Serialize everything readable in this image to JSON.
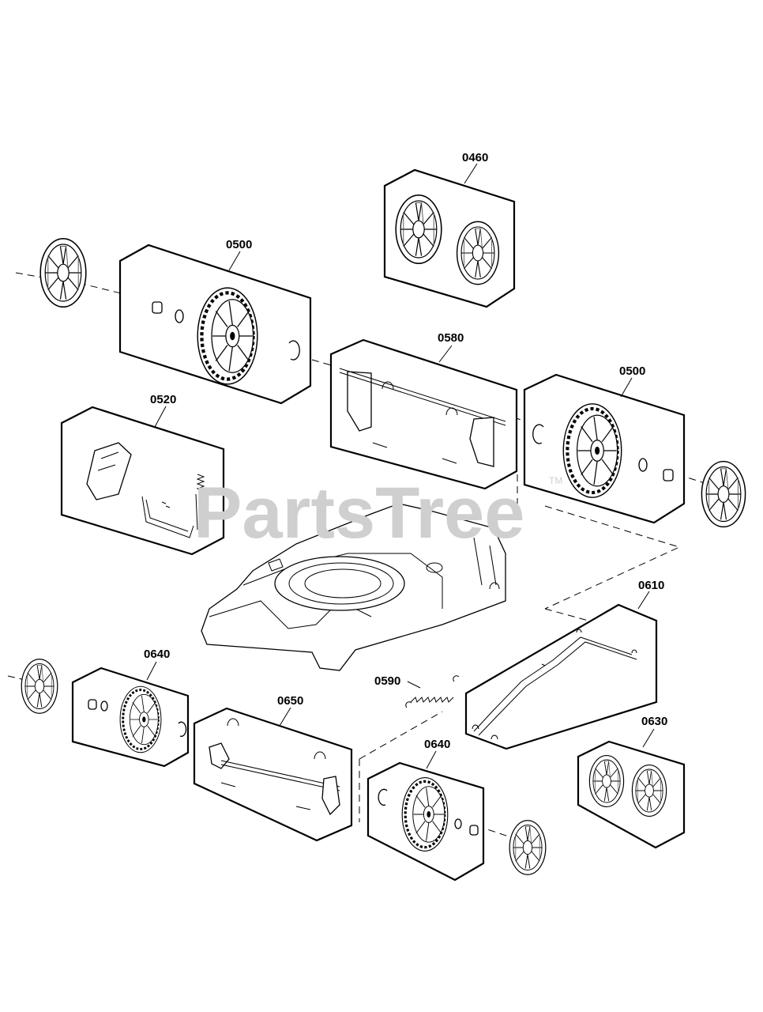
{
  "watermark": {
    "text": "PartsTree",
    "trademark": "TM"
  },
  "callouts": {
    "c0460": "0460",
    "c0500_left": "0500",
    "c0580": "0580",
    "c0500_right": "0500",
    "c0520": "0520",
    "c0610": "0610",
    "c0640_left": "0640",
    "c0590": "0590",
    "c0650": "0650",
    "c0630": "0630",
    "c0640_right": "0640"
  },
  "colors": {
    "line": "#000000",
    "background": "#ffffff",
    "watermark": "#cfcfcf"
  }
}
